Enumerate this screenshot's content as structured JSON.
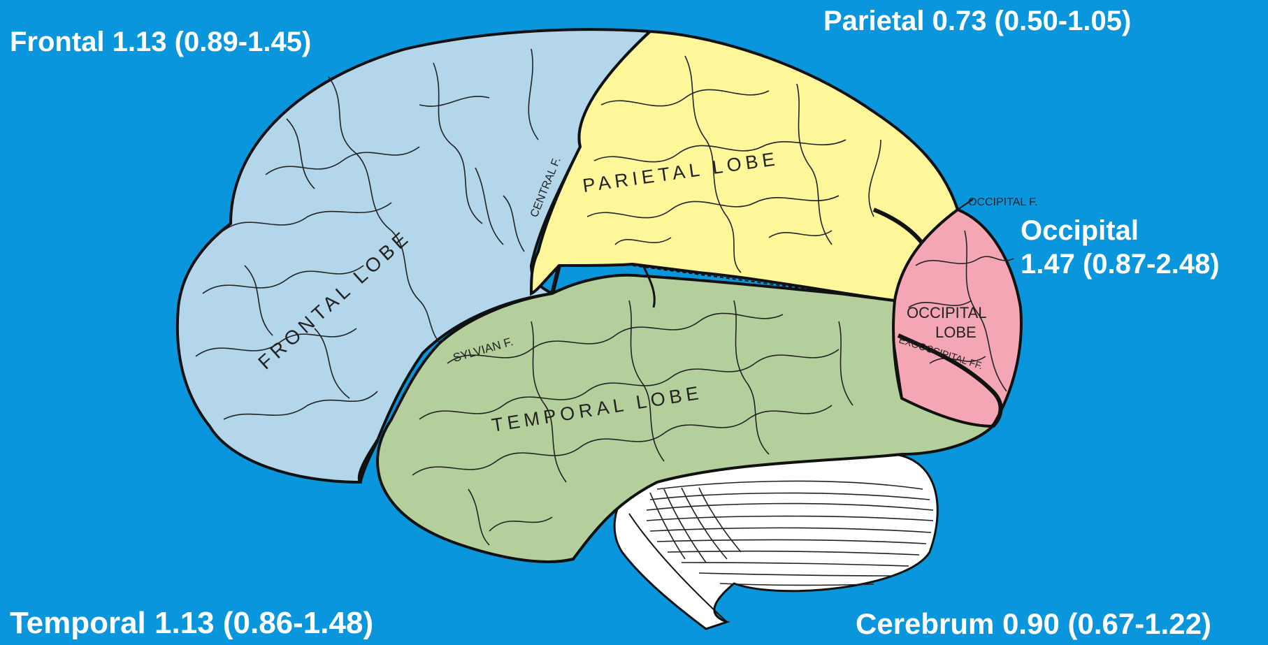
{
  "stats": {
    "frontal": "Frontal 1.13 (0.89-1.45)",
    "parietal": "Parietal 0.73 (0.50-1.05)",
    "occipital_line1": "Occipital",
    "occipital_line2": "1.47 (0.87-2.48)",
    "temporal": "Temporal 1.13 (0.86-1.48)",
    "cerebrum": "Cerebrum 0.90 (0.67-1.22)"
  },
  "diagram_labels": {
    "frontal_lobe": "FRONTAL LOBE",
    "parietal_lobe": "PARIETAL LOBE",
    "temporal_lobe": "TEMPORAL LOBE",
    "occipital_lobe_line1": "OCCIPITAL",
    "occipital_lobe_line2": "LOBE",
    "central_fissure": "CENTRAL F.",
    "sylvian_fissure": "SYLVIAN F.",
    "occipital_fissure": "OCCIPITAL F.",
    "exooccipital_fissure": "EXOOCCIPITAL FF."
  },
  "colors": {
    "background": "#0a96dc",
    "frontal": "#b3d6ea",
    "parietal": "#fdf799",
    "temporal": "#b5cf9c",
    "occipital": "#f4a6b4",
    "cerebellum": "#ffffff",
    "text": "#ffffff"
  }
}
